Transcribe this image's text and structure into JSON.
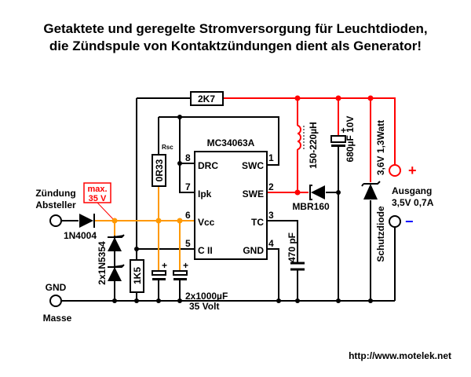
{
  "title": {
    "line1": "Getaktete und geregelte Stromversorgung für Leuchtdioden,",
    "line2": "die Zündspule von Kontaktzündungen dient als Generator!"
  },
  "input": {
    "label1": "Zündung",
    "label2": "Absteller",
    "warning1": "max.",
    "warning2": "35 V"
  },
  "ground": {
    "label1": "GND",
    "label2": "Masse"
  },
  "components": {
    "d1": "1N4004",
    "zeners": "2x1N5354",
    "r_1k5": "1K5",
    "r_sense": "0R33",
    "r_sense_label": "Rsc",
    "caps_in1": "2x1000µF",
    "caps_in2": "35 Volt",
    "r_2k7": "2K7",
    "ic": "MC34063A",
    "inductor": "150-220µH",
    "diode_out": "MBR160",
    "cap_out": "680µF 10V",
    "cap_tc": "470 pF",
    "zener_out": "3,6V 1,3Watt",
    "zener_out_name": "Schutzdiode"
  },
  "ic_pins": {
    "p1": "1",
    "p2": "2",
    "p3": "3",
    "p4": "4",
    "p5": "5",
    "p6": "6",
    "p7": "7",
    "p8": "8",
    "swc": "SWC",
    "swe": "SWE",
    "tc": "TC",
    "gnd": "GND",
    "drc": "DRC",
    "ipk": "Ipk",
    "vcc": "Vcc",
    "cii": "C II"
  },
  "output": {
    "label1": "Ausgang",
    "label2": "3,5V 0,7A",
    "plus": "+",
    "minus": "−"
  },
  "footer": {
    "url": "http://www.motelek.net"
  },
  "colors": {
    "positive": "#ff0000",
    "vcc": "#ff9900",
    "negative": "#0000ff"
  }
}
